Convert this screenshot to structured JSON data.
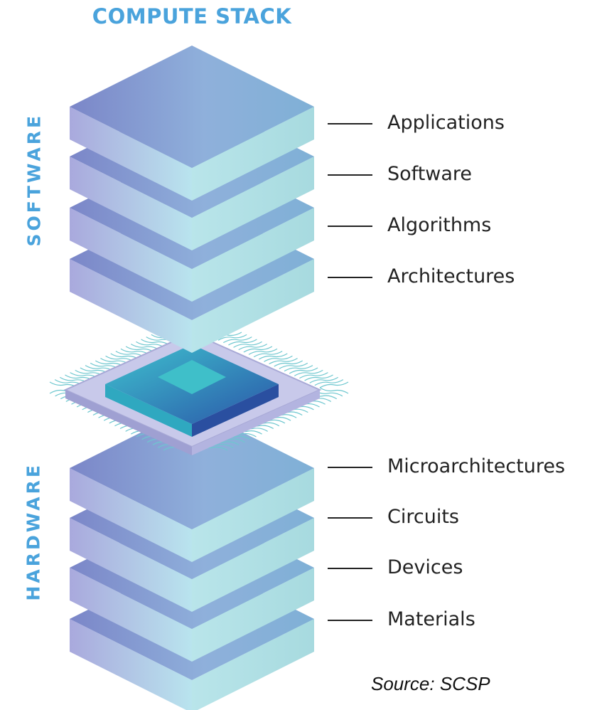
{
  "title": "COMPUTE STACK",
  "side_labels": {
    "software": "SOFTWARE",
    "hardware": "HARDWARE"
  },
  "software_layers": [
    "Applications",
    "Software",
    "Algorithms",
    "Architectures"
  ],
  "hardware_layers": [
    "Microarchitectures",
    "Circuits",
    "Devices",
    "Materials"
  ],
  "source": "Source: SCSP",
  "colors": {
    "title": "#4aa3dc",
    "layer_top_light": "#9ec3df",
    "layer_top_dark": "#7b8fcb",
    "layer_side_light": "#b5e1e6",
    "layer_side_dark": "#8f9ed6",
    "chip_teal": "#3fb8c8",
    "chip_blue": "#2f5fb0",
    "chip_substrate": "#c8c9ea"
  }
}
